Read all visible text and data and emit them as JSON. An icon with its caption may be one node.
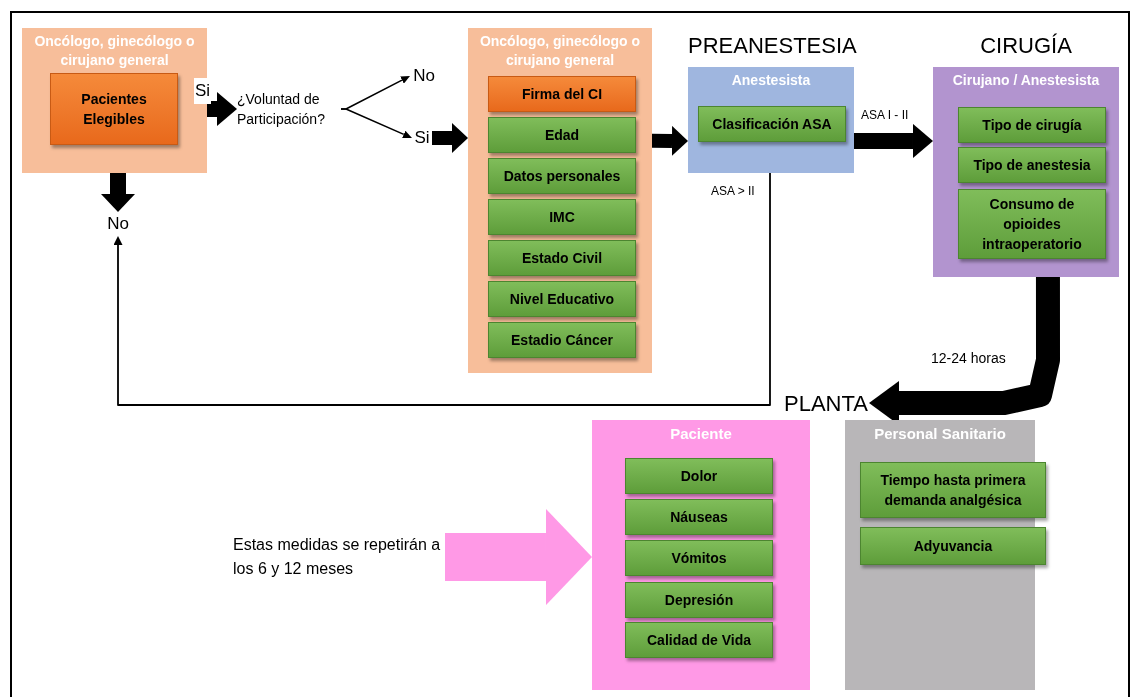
{
  "diagram": {
    "nodes": [
      {
        "text": [
          "Oncólogo, ginecólogo o cirujano general"
        ]
      },
      {
        "text": [
          "Pacientes Elegibles"
        ],
        "in": 0
      },
      {
        "text": [
          "¿Voluntad de Participación?"
        ]
      },
      {
        "text": [
          "No"
        ]
      },
      {
        "text": [
          "Si"
        ]
      },
      {
        "text": [
          "No"
        ]
      },
      {
        "text": [
          "Oncólogo, ginecólogo o cirujano general"
        ]
      },
      {
        "text": [
          "Firma del CI"
        ],
        "in": 6
      },
      {
        "text": [
          "Edad"
        ],
        "in": 6
      },
      {
        "text": [
          "Datos personales"
        ],
        "in": 6
      },
      {
        "text": [
          "IMC"
        ],
        "in": 6
      },
      {
        "text": [
          "Estado Civil"
        ],
        "in": 6
      },
      {
        "text": [
          "Nivel Educativo"
        ],
        "in": 6
      },
      {
        "text": [
          "Estadio Cáncer"
        ],
        "in": 6
      },
      {
        "text": [
          "PREANESTESIA",
          "Anestesista"
        ]
      },
      {
        "text": [
          "Clasificación ASA"
        ],
        "in": 14
      },
      {
        "text": [
          "CIRUGÍA",
          "Cirujano / Anestesista"
        ]
      },
      {
        "text": [
          "Tipo de cirugía"
        ],
        "in": 16
      },
      {
        "text": [
          "Tipo de anestesia"
        ],
        "in": 16
      },
      {
        "text": [
          "Consumo de opioides intraoperatorio"
        ],
        "in": 16
      },
      {
        "text": [
          "PLANTA"
        ]
      },
      {
        "text": [
          "Paciente"
        ]
      },
      {
        "text": [
          "Dolor"
        ],
        "in": 21
      },
      {
        "text": [
          "Náuseas"
        ],
        "in": 21
      },
      {
        "text": [
          "Vómitos"
        ],
        "in": 21
      },
      {
        "text": [
          "Depresión"
        ],
        "in": 21
      },
      {
        "text": [
          "Calidad de Vida"
        ],
        "in": 21
      },
      {
        "text": [
          "Personal Sanitario"
        ]
      },
      {
        "text": [
          "Tiempo hasta primera demanda analgésica"
        ],
        "in": 27
      },
      {
        "text": [
          "Adyuvancia"
        ],
        "in": 27
      },
      {
        "text": [
          "Estas medidas se repetirán a los 6 y 12 meses"
        ]
      }
    ],
    "edges": [
      {
        "from": 1,
        "to": 2,
        "arrow": "to",
        "label": "Si"
      },
      {
        "from": 2,
        "to": 3,
        "arrow": "to"
      },
      {
        "from": 2,
        "to": 4,
        "arrow": "to"
      },
      {
        "from": 4,
        "to": 6,
        "arrow": "to"
      },
      {
        "from": 0,
        "to": 5,
        "arrow": "to"
      },
      {
        "from": 6,
        "to": 14,
        "arrow": "to"
      },
      {
        "from": 14,
        "to": 16,
        "arrow": "to",
        "label": "ASA I - II"
      },
      {
        "from": 14,
        "to": 5,
        "arrow": "to",
        "label": "ASA > II"
      },
      {
        "from": 16,
        "to": 20,
        "arrow": "to",
        "label": "12-24 horas"
      },
      {
        "from": 30,
        "to": 21,
        "arrow": "to",
        "style": "thick",
        "color": "#ff99e6"
      }
    ]
  }
}
